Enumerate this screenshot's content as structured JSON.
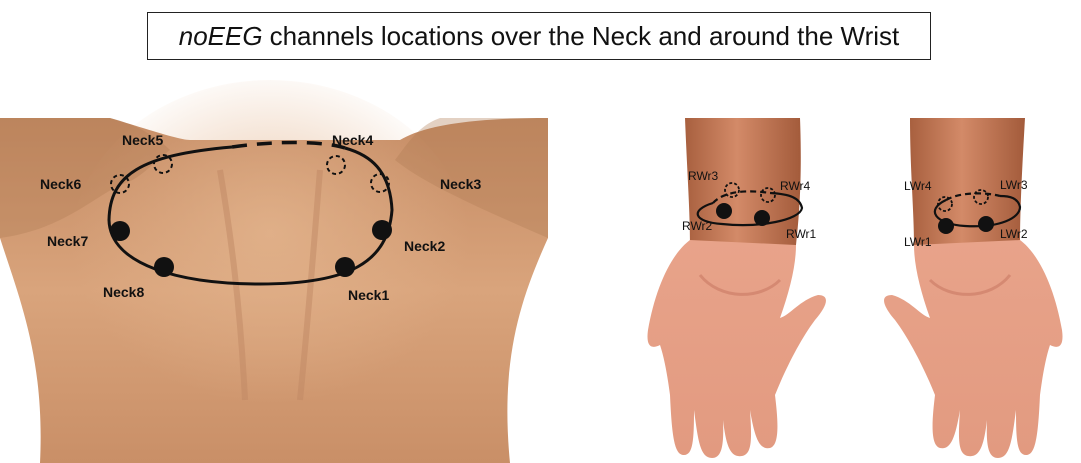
{
  "title": {
    "italic": "noEEG",
    "rest": "channels locations over the Neck and around the Wrist"
  },
  "neck": {
    "channels": [
      {
        "id": "neck1",
        "label": "Neck1",
        "marker": "filled"
      },
      {
        "id": "neck2",
        "label": "Neck2",
        "marker": "filled"
      },
      {
        "id": "neck3",
        "label": "Neck3",
        "marker": "dashed"
      },
      {
        "id": "neck4",
        "label": "Neck4",
        "marker": "dashed"
      },
      {
        "id": "neck5",
        "label": "Neck5",
        "marker": "dashed"
      },
      {
        "id": "neck6",
        "label": "Neck6",
        "marker": "dashed"
      },
      {
        "id": "neck7",
        "label": "Neck7",
        "marker": "filled"
      },
      {
        "id": "neck8",
        "label": "Neck8",
        "marker": "filled"
      }
    ]
  },
  "right_wrist": {
    "channels": [
      {
        "id": "rwr1",
        "label": "RWr1",
        "marker": "filled"
      },
      {
        "id": "rwr2",
        "label": "RWr2",
        "marker": "filled"
      },
      {
        "id": "rwr3",
        "label": "RWr3",
        "marker": "dashed"
      },
      {
        "id": "rwr4",
        "label": "RWr4",
        "marker": "dashed"
      }
    ]
  },
  "left_wrist": {
    "channels": [
      {
        "id": "lwr1",
        "label": "LWr1",
        "marker": "filled"
      },
      {
        "id": "lwr2",
        "label": "LWr2",
        "marker": "filled"
      },
      {
        "id": "lwr3",
        "label": "LWr3",
        "marker": "dashed"
      },
      {
        "id": "lwr4",
        "label": "LWr4",
        "marker": "dashed"
      }
    ]
  },
  "colors": {
    "skin": "#d7a17a",
    "skin_shadow": "#b97e58",
    "marker": "#111111"
  }
}
